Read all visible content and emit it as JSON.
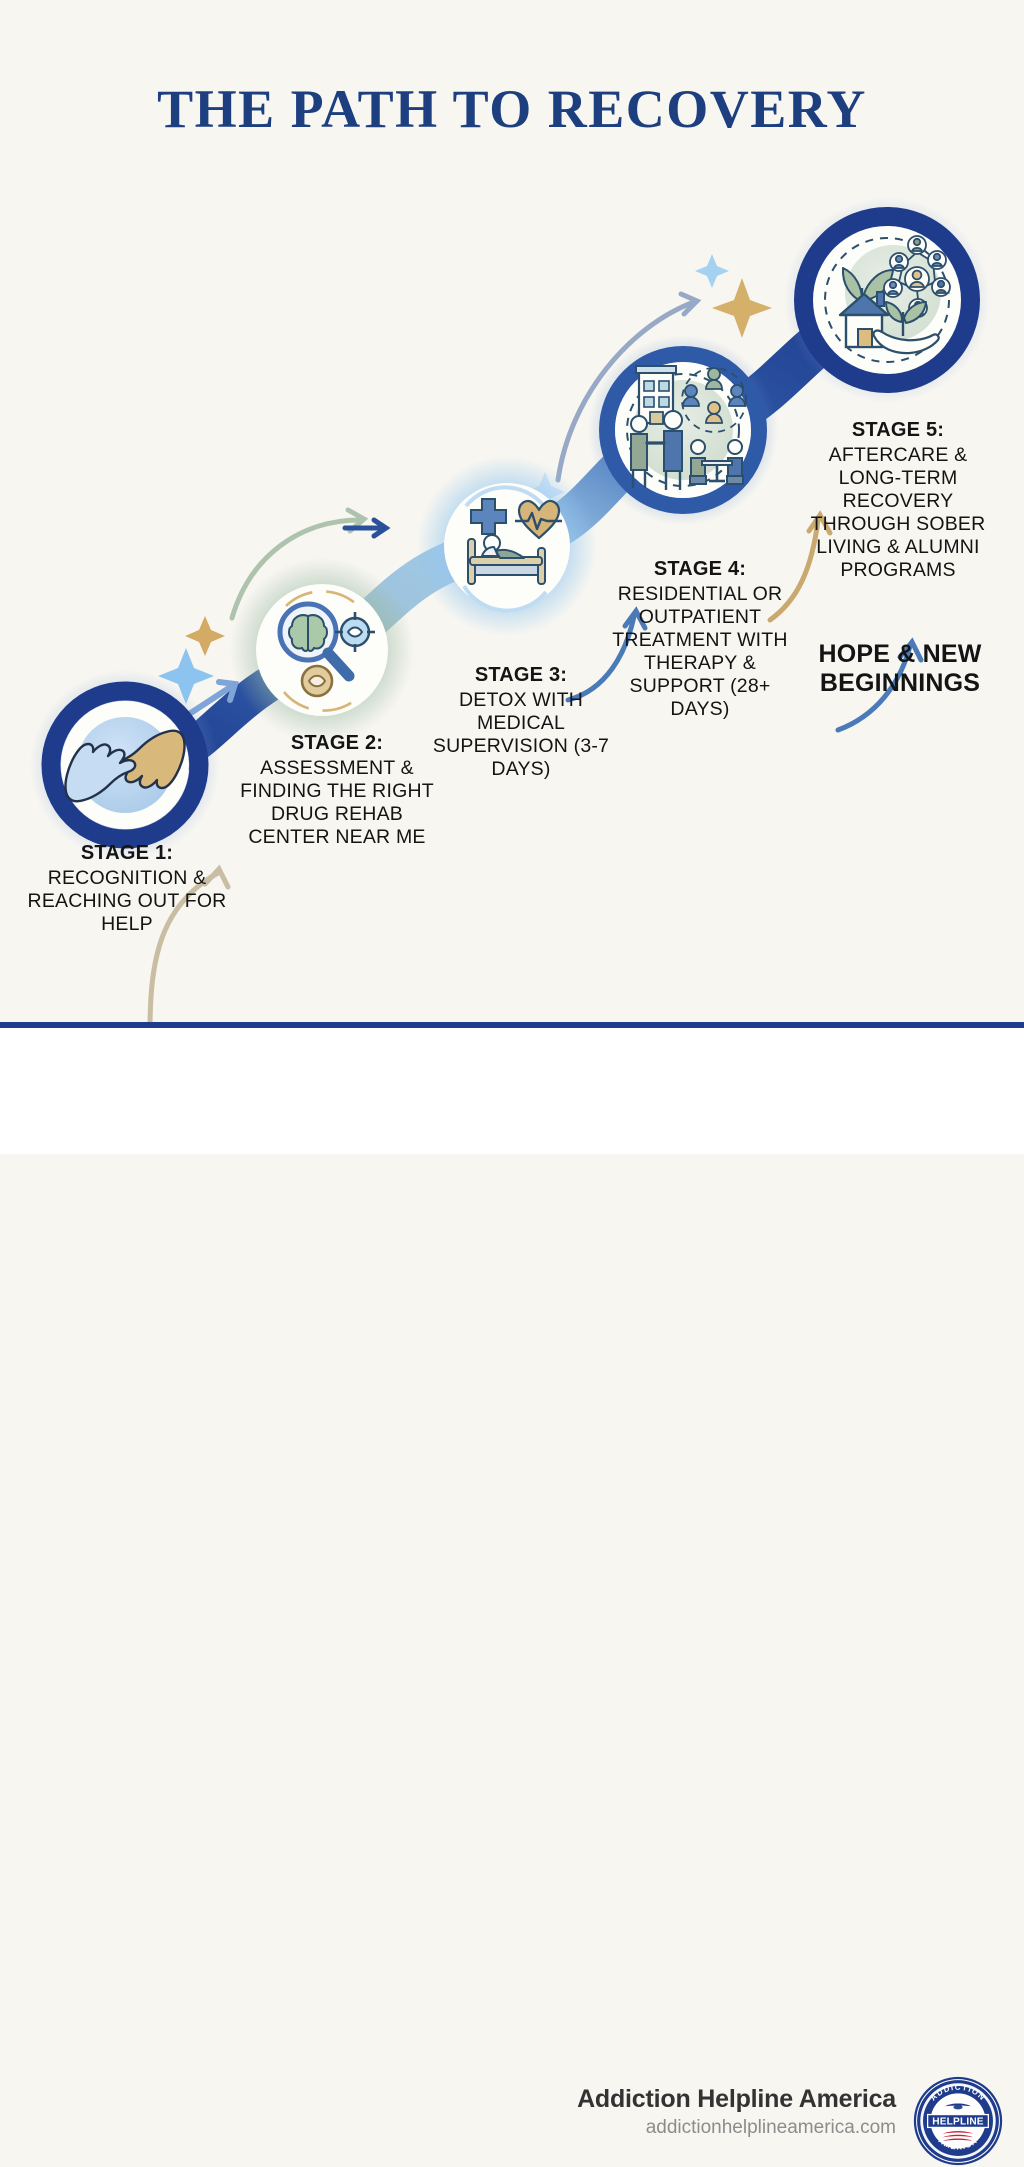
{
  "page": {
    "title": "THE PATH TO RECOVERY",
    "background_color": "#f7f6f1",
    "title_color": "#1d3f80"
  },
  "stages": [
    {
      "id": "stage-1",
      "label": "STAGE 1:",
      "description": "RECOGNITION & REACHING OUT FOR HELP",
      "icon": "two-hands-reaching-icon",
      "ring_color": "#1e3b8c"
    },
    {
      "id": "stage-2",
      "label": "STAGE 2:",
      "description": "ASSESSMENT & FINDING THE RIGHT DRUG REHAB CENTER NEAR ME",
      "icon": "magnifier-brain-compass-icon",
      "ring_color": "#8fae95"
    },
    {
      "id": "stage-3",
      "label": "STAGE 3:",
      "description": "DETOX WITH MEDICAL SUPERVISION (3-7 DAYS)",
      "icon": "hospital-bed-cross-heart-icon",
      "ring_color": "#8ec5ee"
    },
    {
      "id": "stage-4",
      "label": "STAGE 4:",
      "description": "RESIDENTIAL OR OUTPATIENT TREATMENT WITH THERAPY & SUPPORT (28+ DAYS)",
      "icon": "clinic-group-therapy-icon",
      "ring_color": "#2f5aa8"
    },
    {
      "id": "stage-5",
      "label": "STAGE 5:",
      "description": "AFTERCARE & LONG-TERM RECOVERY THROUGH SOBER LIVING & ALUMNI PROGRAMS",
      "icon": "home-plant-community-network-icon",
      "ring_color": "#1e3b8c"
    }
  ],
  "closing": {
    "text_line_1": "HOPE & NEW",
    "text_line_2": "BEGINNINGS"
  },
  "footer": {
    "brand": "Addiction Helpline America",
    "url": "addictionhelplineamerica.com",
    "logo": {
      "top_arc_text": "ADDICTION",
      "center_text": "HELPLINE",
      "bottom_arc_text": "AMERICA"
    },
    "rule_color": "#1e3b8c"
  },
  "palette": {
    "navy": "#1e3b8c",
    "mid_blue": "#3a6bb5",
    "light_blue": "#a9cff0",
    "sage": "#8fae95",
    "tan": "#d7b478",
    "cream": "#f7f6f1",
    "ink": "#141414"
  }
}
